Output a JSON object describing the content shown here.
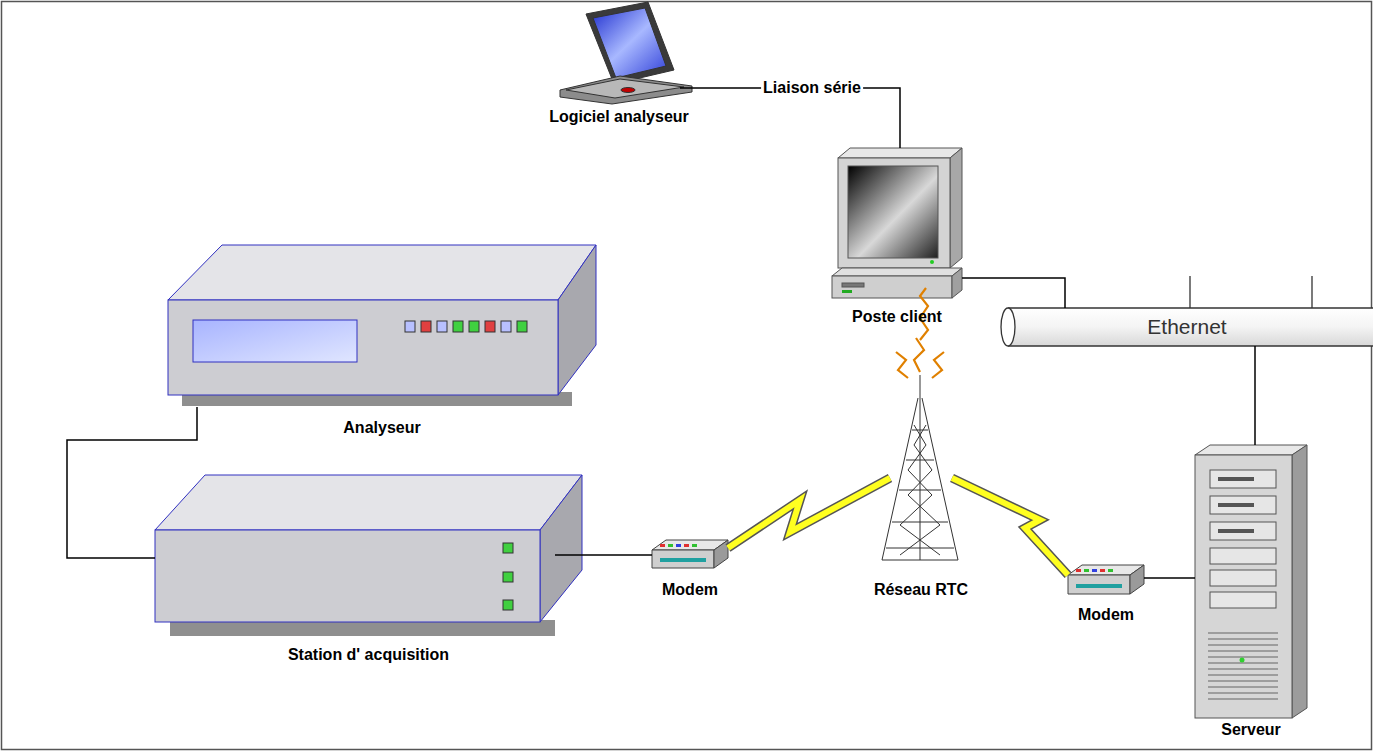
{
  "diagram": {
    "nodes": [
      {
        "text": [
          "Logiciel analyseur"
        ]
      },
      {
        "text": [
          "Poste client"
        ]
      },
      {
        "text": [
          "Ethernet"
        ]
      },
      {
        "text": [
          "Analyseur"
        ]
      },
      {
        "text": [
          "Station d' acquisition"
        ]
      },
      {
        "text": [
          "Modem"
        ]
      },
      {
        "text": [
          "Réseau RTC"
        ]
      },
      {
        "text": [
          "Modem"
        ]
      },
      {
        "text": [
          "Serveur"
        ]
      }
    ],
    "edges": [
      {
        "from": 0,
        "to": 1,
        "arrow": "none",
        "label": "Liaison série"
      },
      {
        "from": 1,
        "to": 2,
        "arrow": "none"
      },
      {
        "from": 2,
        "to": 8,
        "arrow": "none"
      },
      {
        "from": 3,
        "to": 4,
        "arrow": "none"
      },
      {
        "from": 4,
        "to": 5,
        "arrow": "none"
      },
      {
        "from": 5,
        "to": 6,
        "arrow": "none"
      },
      {
        "from": 6,
        "to": 7,
        "arrow": "none"
      },
      {
        "from": 7,
        "to": 8,
        "arrow": "none"
      }
    ]
  }
}
